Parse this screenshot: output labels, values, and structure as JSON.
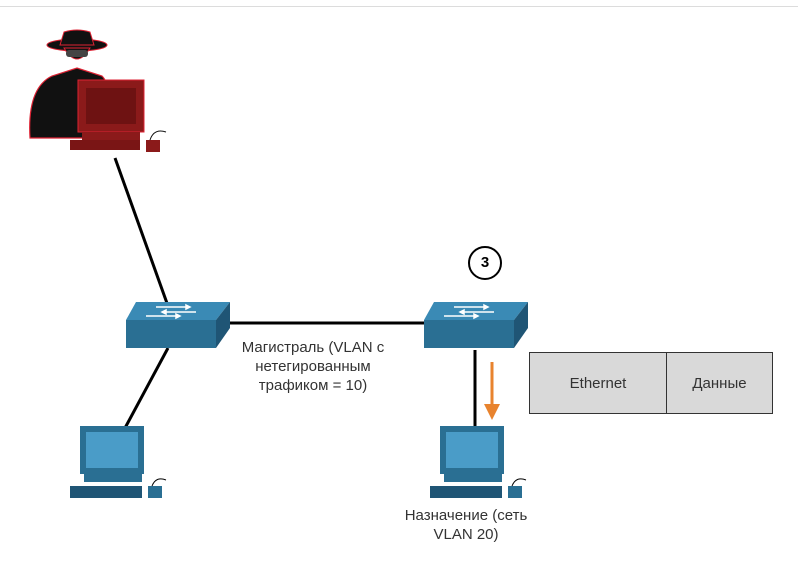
{
  "step_number": "3",
  "trunk_label": [
    "Магистраль (VLAN с",
    "нетегированным",
    "трафиком = 10)"
  ],
  "destination_label": [
    "Назначение (сеть",
    "VLAN 20)"
  ],
  "frame": {
    "ethernet": "Ethernet",
    "data": "Данные"
  },
  "colors": {
    "switch": "#2a6f93",
    "pc_blue": "#2a6f93",
    "attacker_red": "#8b1a1a",
    "arrow": "#e8832e",
    "frame_fill": "#d9d9d9"
  },
  "icons": [
    "hacker-icon",
    "attacker-pc-icon",
    "switch-icon",
    "pc-icon",
    "down-arrow-icon"
  ]
}
